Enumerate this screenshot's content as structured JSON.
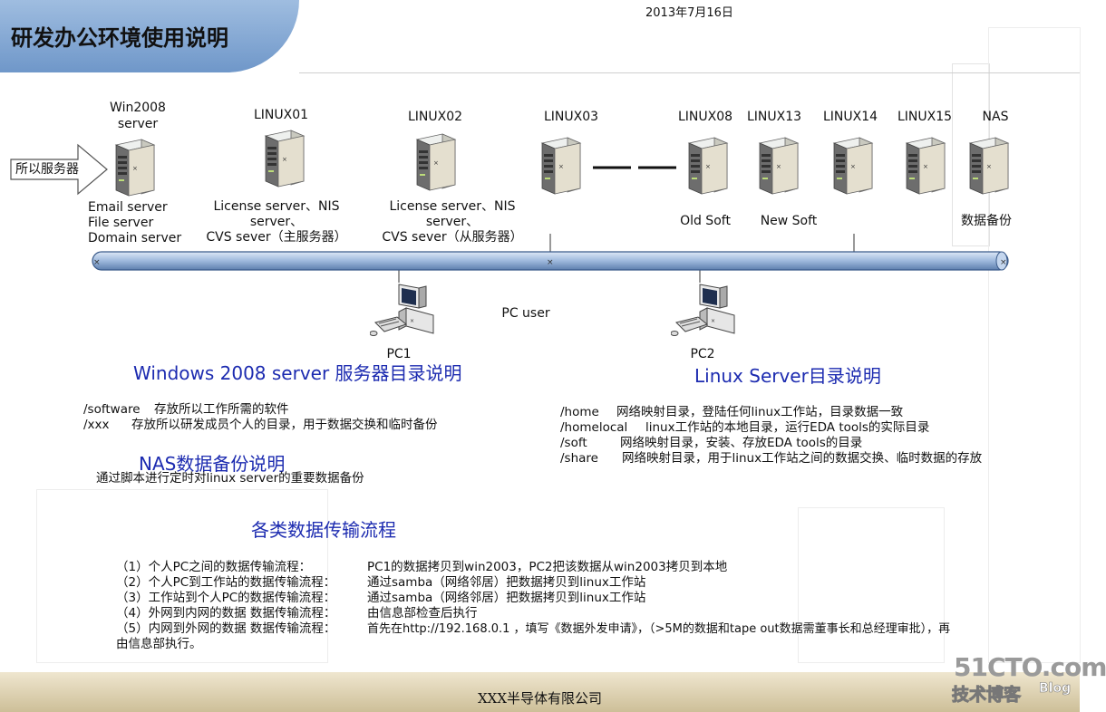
{
  "header": {
    "title": "研发办公环境使用说明",
    "date": "2013年7月16日"
  },
  "arrow_label": "所以服务器",
  "servers": [
    {
      "name": "Win2008\nserver",
      "desc": "Email server\nFile server\nDomain server"
    },
    {
      "name": "LINUX01",
      "desc": "License server、NIS server、\nCVS sever（主服务器）"
    },
    {
      "name": "LINUX02",
      "desc": "License server、NIS server、\nCVS sever（从服务器）"
    },
    {
      "name": "LINUX03",
      "desc": ""
    },
    {
      "name": "LINUX08",
      "desc": "Old Soft"
    },
    {
      "name": "LINUX13",
      "desc": "New Soft"
    },
    {
      "name": "LINUX14",
      "desc": ""
    },
    {
      "name": "LINUX15",
      "desc": ""
    },
    {
      "name": "NAS",
      "desc": "数据备份"
    }
  ],
  "pc_user_label": "PC user",
  "pcs": [
    {
      "name": "PC1"
    },
    {
      "name": "PC2"
    }
  ],
  "windows_section": {
    "title": "Windows 2008 server 服务器目录说明",
    "lines": [
      {
        "path": "/software",
        "desc": "存放所以工作所需的软件"
      },
      {
        "path": "/xxx",
        "desc": "存放所以研发成员个人的目录，用于数据交换和临时备份"
      }
    ]
  },
  "linux_section": {
    "title": "Linux Server目录说明",
    "lines": [
      {
        "path": "/home",
        "desc": "网络映射目录，登陆任何linux工作站，目录数据一致"
      },
      {
        "path": "/homelocal",
        "desc": "linux工作站的本地目录，运行EDA tools的实际目录"
      },
      {
        "path": "/soft",
        "desc": "网络映射目录，安装、存放EDA tools的目录"
      },
      {
        "path": "/share",
        "desc": "网络映射目录，用于linux工作站之间的数据交换、临时数据的存放"
      }
    ]
  },
  "nas_section": {
    "title": "NAS数据备份说明",
    "desc": "通过脚本进行定时对linux server的重要数据备份"
  },
  "transfer_section": {
    "title": "各类数据传输流程",
    "items": [
      {
        "label": "（1）个人PC之间的数据传输流程：",
        "desc": "PC1的数据拷贝到win2003，PC2把该数据从win2003拷贝到本地"
      },
      {
        "label": "（2）个人PC到工作站的数据传输流程：",
        "desc": "通过samba（网络邻居）把数据拷贝到linux工作站"
      },
      {
        "label": "（3）工作站到个人PC的数据传输流程：",
        "desc": "通过samba（网络邻居）把数据拷贝到linux工作站"
      },
      {
        "label": "（4）外网到内网的数据 数据传输流程：",
        "desc": "由信息部检查后执行"
      },
      {
        "label": "（5）内网到外网的数据 数据传输流程：",
        "desc": "首先在http://192.168.0.1 ，填写《数据外发申请》，（>5M的数据和tape out数据需董事长和总经理审批），再"
      }
    ],
    "continuation": "由信息部执行。"
  },
  "footer": {
    "company": "XXX半导体有限公司"
  },
  "watermark": {
    "site": "51CTO.com",
    "sub": "技术博客",
    "blog": "Blog"
  }
}
